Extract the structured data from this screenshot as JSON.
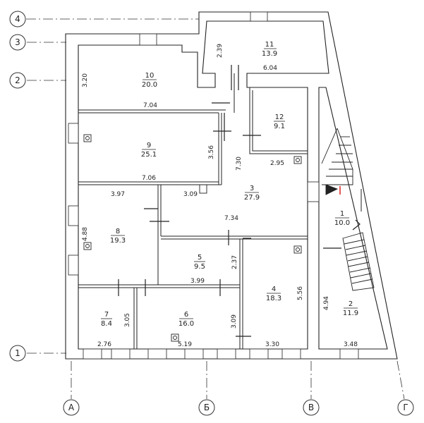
{
  "axes": {
    "rows": [
      "4",
      "3",
      "2",
      "1"
    ],
    "cols": [
      "А",
      "Б",
      "В",
      "Г"
    ]
  },
  "rooms": [
    {
      "num": "1",
      "area": "10.0"
    },
    {
      "num": "2",
      "area": "11.9"
    },
    {
      "num": "3",
      "area": "27.9"
    },
    {
      "num": "4",
      "area": "18.3"
    },
    {
      "num": "5",
      "area": "9.5"
    },
    {
      "num": "6",
      "area": "16.0"
    },
    {
      "num": "7",
      "area": "8.4"
    },
    {
      "num": "8",
      "area": "19.3"
    },
    {
      "num": "9",
      "area": "25.1"
    },
    {
      "num": "10",
      "area": "20.0"
    },
    {
      "num": "11",
      "area": "13.9"
    },
    {
      "num": "12",
      "area": "9.1"
    }
  ],
  "dims": [
    "2.39",
    "6.04",
    "3.20",
    "7.04",
    "3.56",
    "7.06",
    "7.30",
    "2.95",
    "3.97",
    "3.09",
    "7.34",
    "4.88",
    "2.37",
    "3.99",
    "5.56",
    "3.05",
    "3.09",
    "4.94",
    "2.76",
    "5.19",
    "3.30",
    "3.48"
  ]
}
